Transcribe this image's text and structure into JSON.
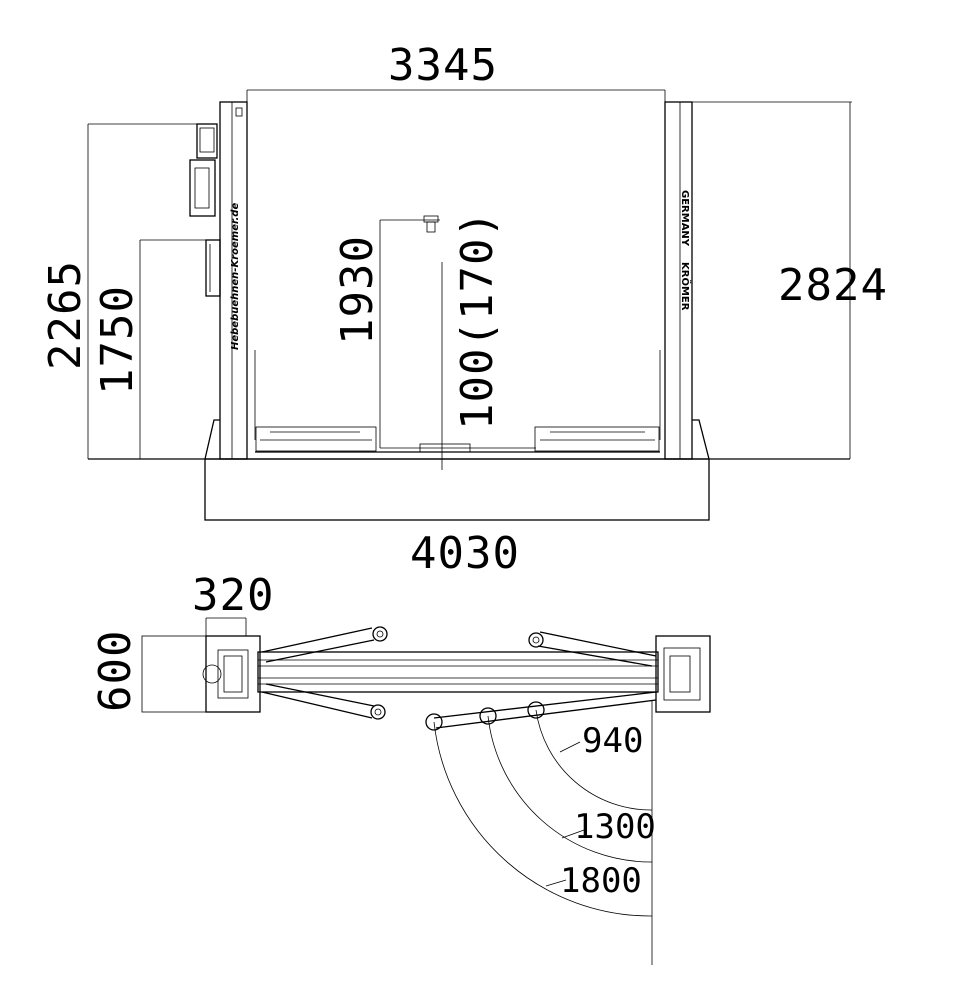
{
  "front_view": {
    "dimensions": {
      "overall_width": "3345",
      "total_height": "2824",
      "motor_height": "2265",
      "control_height": "1750",
      "clear_height": "1930",
      "pad_height": "100(170)",
      "base_width": "4030"
    },
    "column_text_left": "Hebebuehnen-Kroemer.de",
    "column_text_right_brand": "KRÖMER",
    "column_text_right_country": "GERMANY"
  },
  "top_view": {
    "dimensions": {
      "column_width": "320",
      "column_depth": "600",
      "arm_radius_1": "940",
      "arm_radius_2": "1300",
      "arm_radius_3": "1800"
    }
  }
}
